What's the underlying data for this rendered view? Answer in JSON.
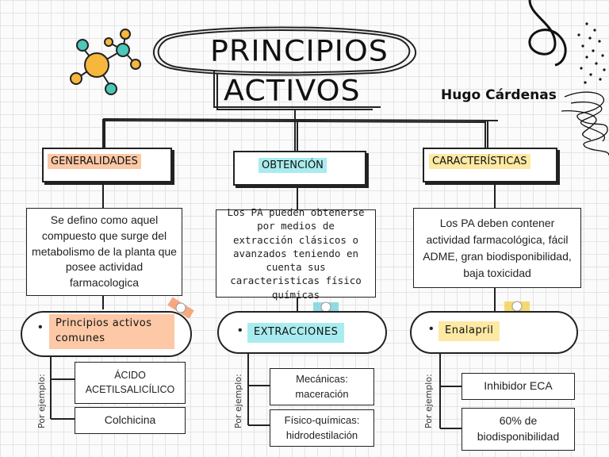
{
  "title": {
    "line1": "PRINCIPIOS",
    "line2": "ACTIVOS"
  },
  "author": "Hugo Cárdenas",
  "colors": {
    "orange": "#fcc8a6",
    "cyan": "#a9ecef",
    "yellow": "#fde9a4",
    "line": "#222222"
  },
  "columns": [
    {
      "header": "GENERALIDADES",
      "description": "Se defino como aquel compuesto que surge del metabolismo de la planta que posee actividad farmacologica",
      "pill": "Principios activos comunes",
      "por_ejemplo": "Por ejemplo:",
      "examples": [
        "ÁCIDO ACETILSALICÍLICO",
        "Colchicina"
      ]
    },
    {
      "header": "OBTENCIÓN",
      "description": "Los PA pueden obtenerse por medios de extracción clásicos o avanzados teniendo en cuenta sus caracteristicas físico químicas",
      "pill": "EXTRACCIONES",
      "por_ejemplo": "Por ejemplo:",
      "examples": [
        "Mecánicas: maceración",
        "Físico-químicas: hidrodestilación"
      ]
    },
    {
      "header": "CARACTERÍSTICAS",
      "description": "Los PA deben contener actividad farmacológica, fácil ADME, gran biodisponibilidad, baja toxicidad",
      "pill": "Enalapril",
      "por_ejemplo": "Por ejemplo:",
      "examples": [
        "Inhibidor ECA",
        "60% de biodisponibilidad"
      ]
    }
  ]
}
